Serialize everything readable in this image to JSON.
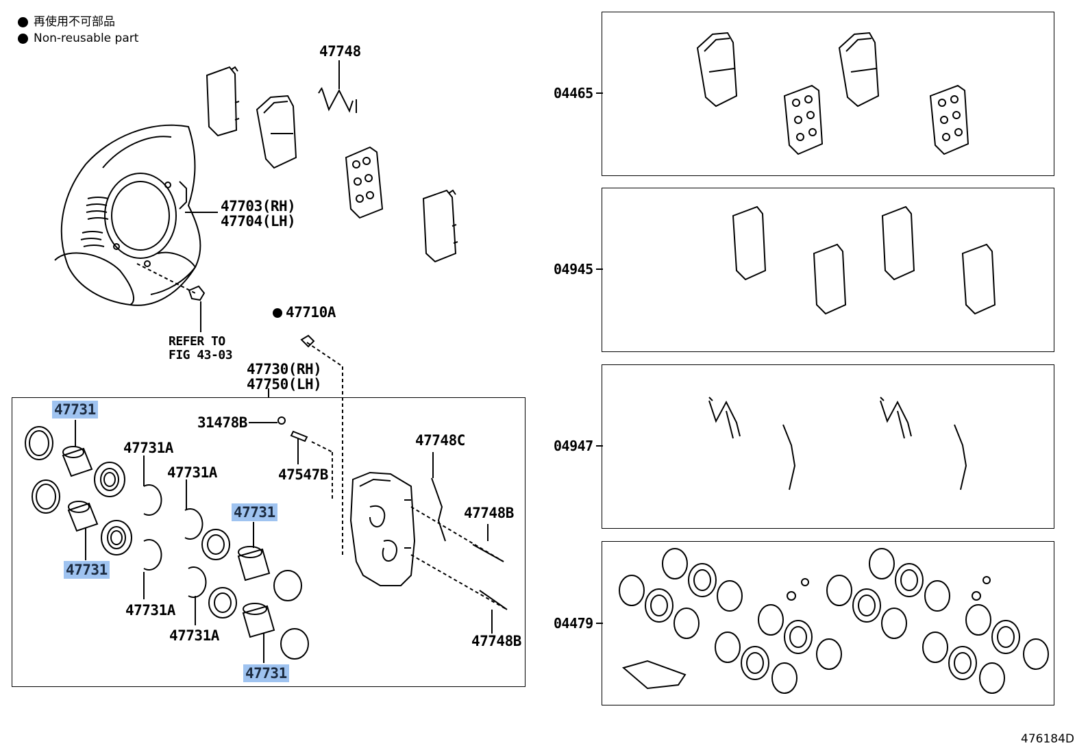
{
  "legend": {
    "line1": "再使用不可部品",
    "line2": "Non-reusable part"
  },
  "labels": {
    "p47748": "47748",
    "p47703": "47703(RH)",
    "p47704": "47704(LH)",
    "refer_line1": "REFER TO",
    "refer_line2": "FIG 43-03",
    "p47710a": "47710A",
    "p47730": "47730(RH)",
    "p47750": "47750(LH)",
    "p31478b": "31478B",
    "p47547b": "47547B",
    "p47748c": "47748C",
    "p47748b_1": "47748B",
    "p47748b_2": "47748B",
    "p47731a_1": "47731A",
    "p47731a_2": "47731A",
    "p47731a_3": "47731A",
    "p47731a_4": "47731A"
  },
  "highlighted": {
    "p47731_1": "47731",
    "p47731_2": "47731",
    "p47731_3": "47731",
    "p47731_4": "47731"
  },
  "kits": [
    {
      "code": "04465"
    },
    {
      "code": "04945"
    },
    {
      "code": "04947"
    },
    {
      "code": "04479"
    }
  ],
  "figure_code": "476184D",
  "colors": {
    "highlight": "#9fc3f0",
    "line": "#000000"
  }
}
